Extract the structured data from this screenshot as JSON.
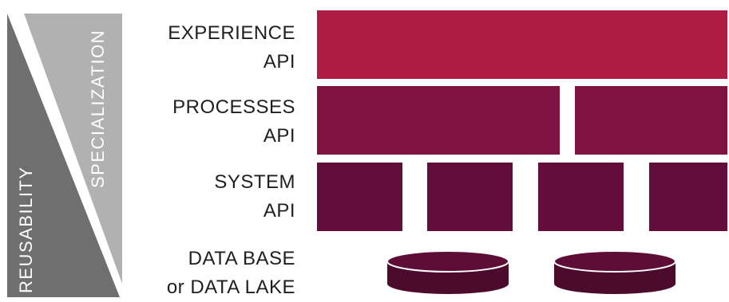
{
  "axis": {
    "reusability": "REUSABILITY",
    "specialization": "SPECIALIZATION"
  },
  "layers": {
    "experience": {
      "line1": "EXPERIENCE",
      "line2": "API",
      "color": "#AE1C41"
    },
    "processes": {
      "line1": "PROCESSES",
      "line2": "API",
      "color": "#7E1241"
    },
    "system": {
      "line1": "SYSTEM",
      "line2": "API",
      "color": "#630D3A"
    },
    "database": {
      "line1": "DATA BASE",
      "line2": "or DATA LAKE",
      "color": "#4C0A2C"
    }
  },
  "colors": {
    "reusability_triangle": "#6F6F6F",
    "specialization_triangle": "#B1B1B1",
    "label_text": "#1F1F1F"
  }
}
